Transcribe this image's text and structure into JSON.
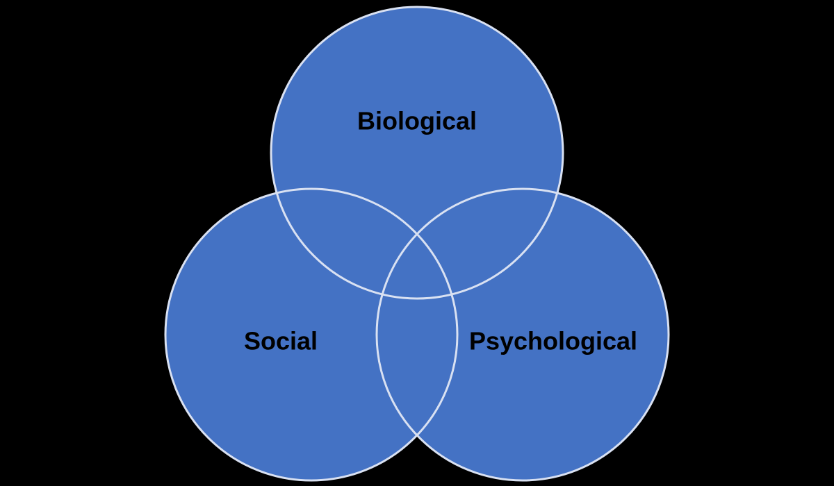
{
  "diagram": {
    "type": "venn",
    "background_color": "#000000",
    "circle_fill_color": "#4472C4",
    "circle_stroke_color": "#D9E1F2",
    "label_color": "#000000",
    "sets": [
      {
        "id": "biological",
        "label": "Biological"
      },
      {
        "id": "social",
        "label": "Social"
      },
      {
        "id": "psychological",
        "label": "Psychological"
      }
    ]
  }
}
